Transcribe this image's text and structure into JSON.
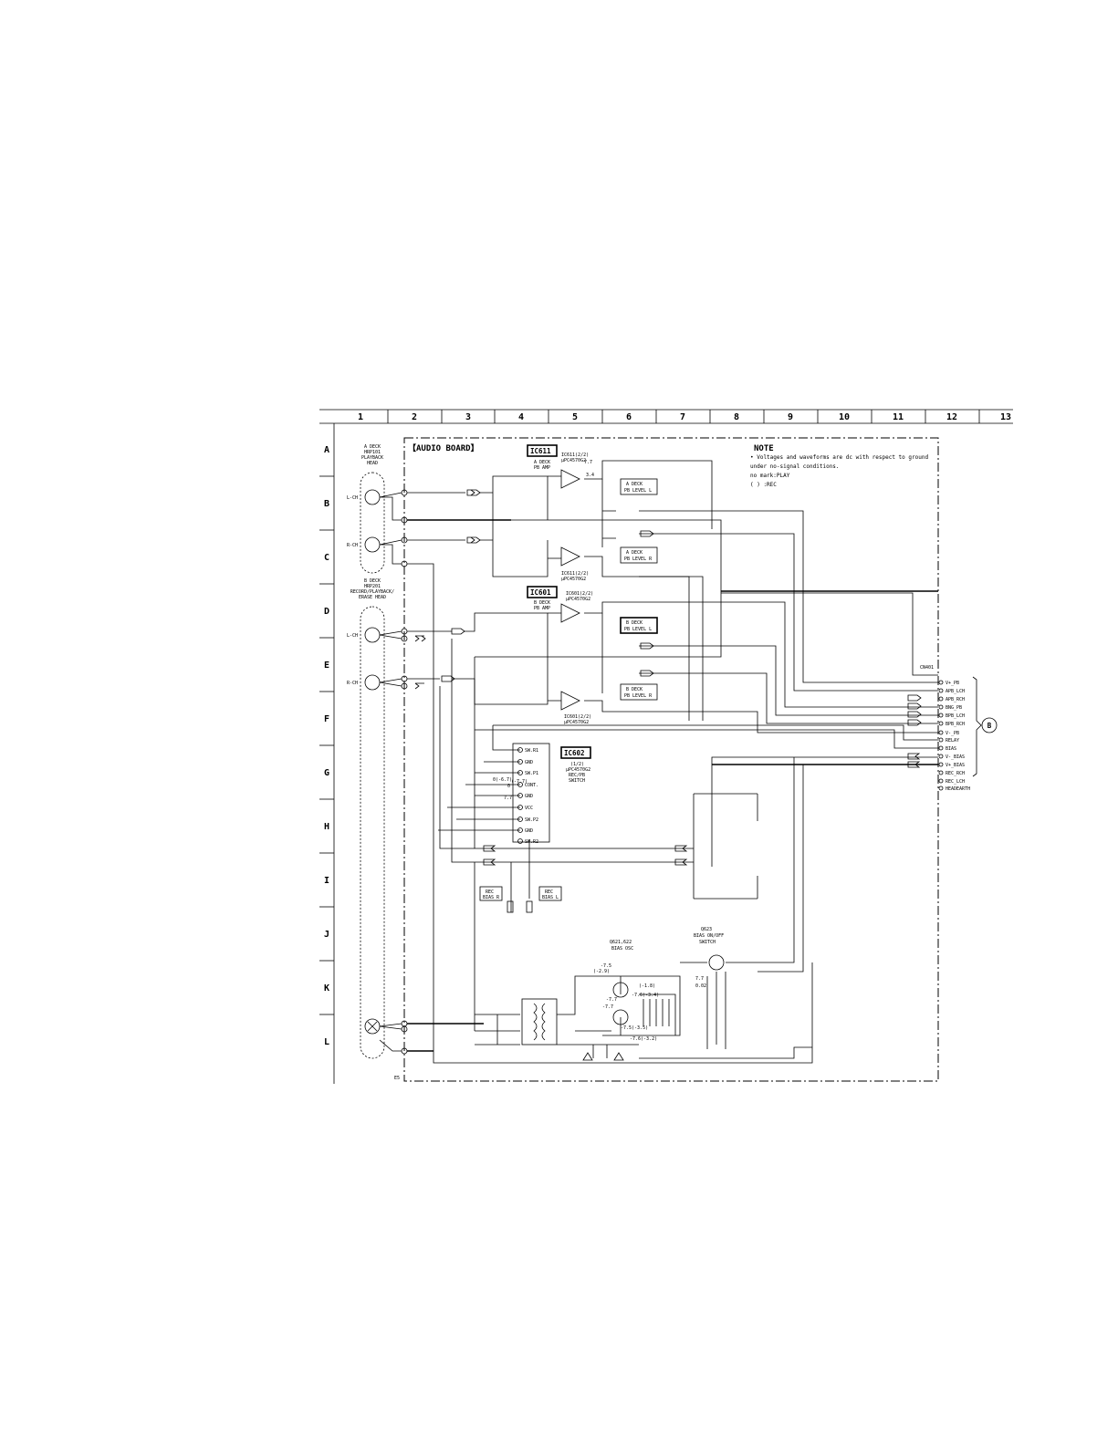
{
  "board_title": "【AUDIO BOARD】",
  "columns": [
    "1",
    "2",
    "3",
    "4",
    "5",
    "6",
    "7",
    "8",
    "9",
    "10",
    "11",
    "12",
    "13"
  ],
  "rows": [
    "A",
    "B",
    "C",
    "D",
    "E",
    "F",
    "G",
    "H",
    "I",
    "J",
    "K",
    "L"
  ],
  "note": {
    "title": "NOTE",
    "lines": [
      "• Voltages and waveforms are dc with respect to ground",
      "  under no-signal conditions.",
      "  no mark:PLAY",
      "  (    ) :REC"
    ]
  },
  "heads": {
    "a_deck": [
      "A DECK",
      "HRP101",
      "PLAYBACK",
      "HEAD"
    ],
    "b_deck": [
      "B DECK",
      "HRP201",
      "RECORD/PLAYBACK/",
      "ERASE HEAD"
    ],
    "lch": "L-CH",
    "rch": "R-CH"
  },
  "ics": {
    "ic611": {
      "label": "IC611",
      "desc": [
        "A DECK",
        "PB AMP"
      ],
      "part": [
        "IC611(2/2)",
        "µPC4570G2"
      ]
    },
    "ic601": {
      "label": "IC601",
      "desc": [
        "B DECK",
        "PB AMP"
      ],
      "part": [
        "IC601(2/2)",
        "µPC4570G2"
      ]
    },
    "ic602": {
      "label": "IC602",
      "desc": [
        "(1/2)",
        "µPC4570G2",
        "REC/PB",
        "SWITCH"
      ],
      "pins": [
        "SW.R1",
        "GND",
        "SW.P1",
        "CONT.",
        "GND",
        "VCC",
        "SW.P2",
        "GND",
        "SW.R2"
      ]
    }
  },
  "boxes": {
    "a_pb_l": [
      "A DECK",
      "PB LEVEL L"
    ],
    "a_pb_r": [
      "A DECK",
      "PB LEVEL R"
    ],
    "b_pb_l": [
      "B DECK",
      "PB LEVEL L"
    ],
    "b_pb_r": [
      "B DECK",
      "PB LEVEL R"
    ],
    "rec_bias_r": [
      "REC",
      "BIAS R"
    ],
    "rec_bias_l": [
      "REC",
      "BIAS L"
    ]
  },
  "q621": [
    "Q621,622",
    "BIAS OSC"
  ],
  "q623": [
    "Q623",
    "BIAS ON/OFF",
    "SWITCH"
  ],
  "voltages": [
    "7.7",
    "3.4",
    "(-2.9)",
    "-7.5",
    "-7.7",
    "(-1.8)",
    "-7.6(-3.4)",
    "-7.7",
    "0",
    "(-7.7)",
    "0(-6.7)",
    "7.7",
    "-7.5(-3.5)",
    "-7.6(-3.2)",
    "7.7",
    "0.02"
  ],
  "connector": {
    "ref": "CN401",
    "pins": [
      "V+_PB",
      "APB_LCH",
      "APB_RCH",
      "BNG_PB",
      "BPB_LCH",
      "BPB_RCH",
      "V-_PB",
      "RELAY",
      "BIAS",
      "V-_BIAS",
      "V+_BIAS",
      "REC_RCH",
      "REC_LCH",
      "HEADEARTH"
    ],
    "target": "B"
  },
  "footer_code": "E5",
  "colors": {
    "ink": "#000000",
    "paper": "#ffffff"
  }
}
